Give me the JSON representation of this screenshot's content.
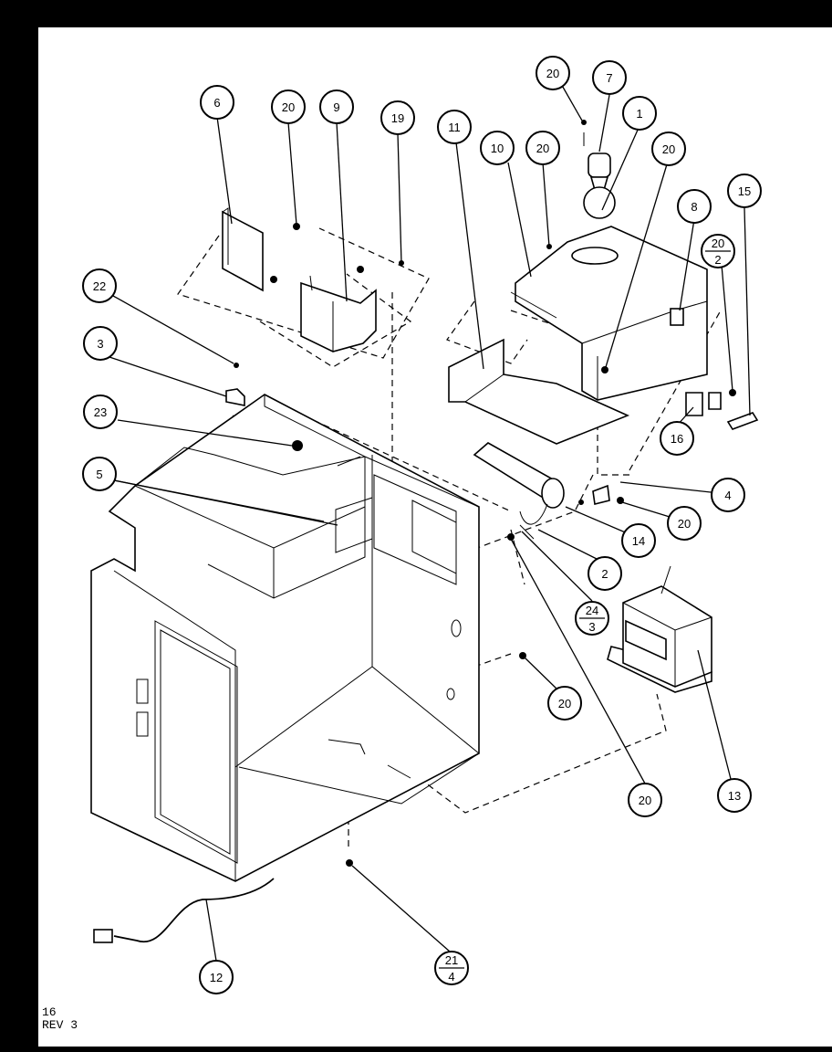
{
  "callouts": [
    {
      "id": "c6",
      "label": "6"
    },
    {
      "id": "c20a",
      "label": "20"
    },
    {
      "id": "c9",
      "label": "9"
    },
    {
      "id": "c19",
      "label": "19"
    },
    {
      "id": "c11",
      "label": "11"
    },
    {
      "id": "c10",
      "label": "10"
    },
    {
      "id": "c20b",
      "label": "20"
    },
    {
      "id": "c20c",
      "label": "20"
    },
    {
      "id": "c7",
      "label": "7"
    },
    {
      "id": "c1",
      "label": "1"
    },
    {
      "id": "c20d",
      "label": "20"
    },
    {
      "id": "c8",
      "label": "8"
    },
    {
      "id": "c15",
      "label": "15"
    },
    {
      "id": "c22",
      "label": "22"
    },
    {
      "id": "c3",
      "label": "3"
    },
    {
      "id": "c23",
      "label": "23"
    },
    {
      "id": "c5",
      "label": "5"
    },
    {
      "id": "c16",
      "label": "16"
    },
    {
      "id": "c4",
      "label": "4"
    },
    {
      "id": "c20e",
      "label": "20"
    },
    {
      "id": "c14",
      "label": "14"
    },
    {
      "id": "c2",
      "label": "2"
    },
    {
      "id": "c20f",
      "label": "20"
    },
    {
      "id": "c13",
      "label": "13"
    },
    {
      "id": "c20g",
      "label": "20"
    },
    {
      "id": "c12",
      "label": "12"
    }
  ],
  "fraction_callouts": [
    {
      "id": "f20_2",
      "top": "20",
      "bottom": "2"
    },
    {
      "id": "f24_3",
      "top": "24",
      "bottom": "3"
    },
    {
      "id": "f21_4",
      "top": "21",
      "bottom": "4"
    }
  ],
  "footer": {
    "page_number": "16",
    "revision": "REV 3"
  }
}
